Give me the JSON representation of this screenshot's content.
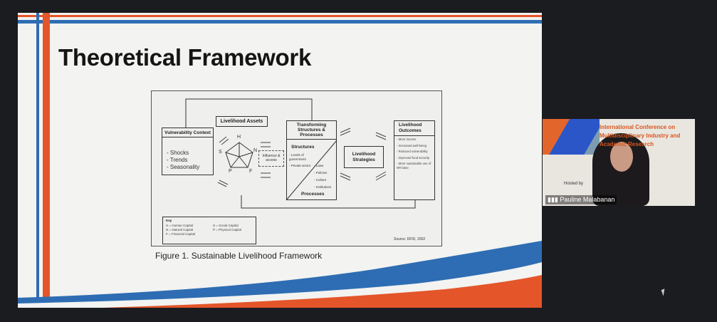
{
  "slide": {
    "title": "Theoretical Framework",
    "caption": "Figure 1.  Sustainable Livelihood Framework",
    "diagram": {
      "vulnerability": {
        "title": "Vulnerability Context",
        "items": [
          "- Shocks",
          "- Trends",
          "- Seasonality"
        ]
      },
      "assets": {
        "title": "Livelihood Assets",
        "letters": {
          "h": "H",
          "s": "S",
          "n": "N",
          "p": "P",
          "f": "F"
        }
      },
      "influence": "Influence & access",
      "transforming": {
        "title": "Transforming Structures & Processes",
        "structures": "Structures",
        "processes": "Processes",
        "left": [
          "- Levels of government",
          "- Private sector"
        ],
        "right": [
          "- Laws",
          "- Policies",
          "- Culture",
          "- Institutions"
        ]
      },
      "strategies": "Livelihood Strategies",
      "outcomes": {
        "title": "Livelihood Outcomes",
        "items": [
          "- More income",
          "- Increased well-being",
          "- Reduced vulnerability",
          "- Improved food security",
          "- More sustainable use of NR base"
        ]
      },
      "key": {
        "title": "Key",
        "items": [
          "H = Human Capital",
          "N = Natural Capital",
          "F = Financial Capital",
          "S = Social Capital",
          "P = Physical Capital"
        ]
      },
      "source": "Source: DFID, 2002"
    }
  },
  "video": {
    "participant": "Pauline Malabanan",
    "banner": "International Conference on Multidisciplinary Industry and Academic Research",
    "hosted": "Hosted by"
  },
  "colors": {
    "orange": "#e4552a",
    "blue": "#2e6db3",
    "bg": "#1b1c20"
  }
}
